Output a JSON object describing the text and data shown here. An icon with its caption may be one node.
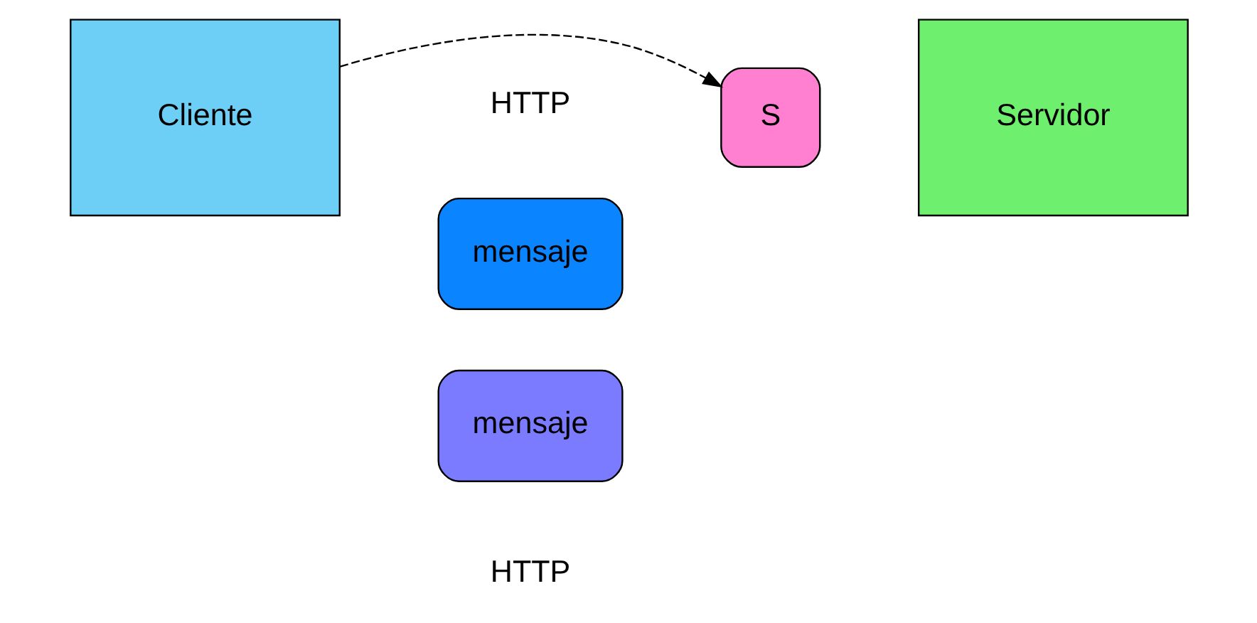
{
  "diagram": {
    "nodes": [
      {
        "text": [
          "Cliente"
        ]
      },
      {
        "text": [
          "mensaje"
        ]
      },
      {
        "text": [
          "mensaje"
        ]
      },
      {
        "text": [
          "S"
        ]
      },
      {
        "text": [
          "Servidor"
        ]
      }
    ],
    "edges": [
      {
        "from": 0,
        "to": 3,
        "arrow": "to",
        "style": "dashed"
      }
    ],
    "labels": [
      "HTTP",
      "HTTP"
    ]
  }
}
